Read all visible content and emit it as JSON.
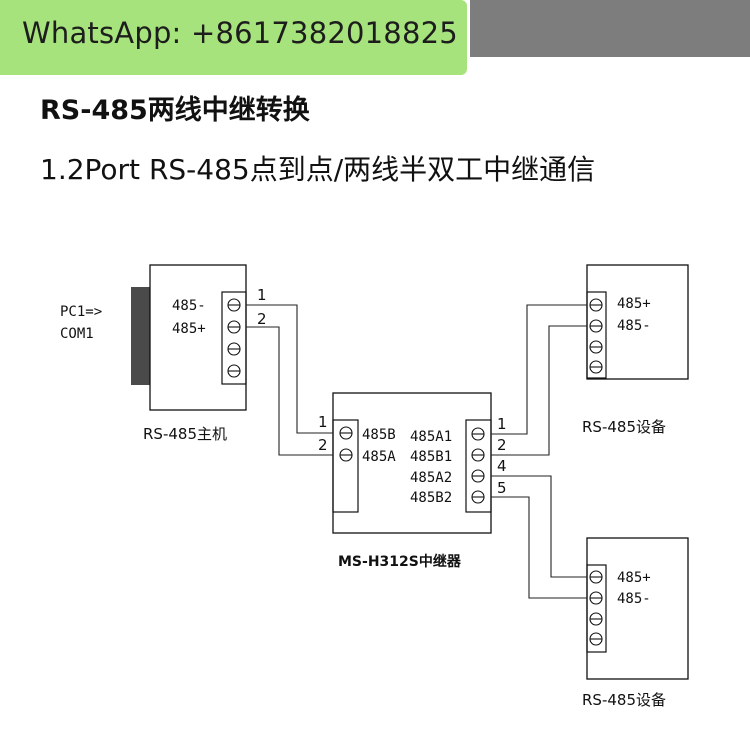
{
  "banner": {
    "text": "WhatsApp: +8617382018825"
  },
  "title": "RS-485两线中继转换",
  "subtitle": "1.2Port RS-485点到点/两线半双工中继通信",
  "host": {
    "pc_label_1": "PC1=>",
    "pc_label_2": "COM1",
    "terminals": [
      "485-",
      "485+"
    ],
    "pins": [
      "1",
      "2"
    ],
    "caption": "RS-485主机"
  },
  "repeater": {
    "left_pins": [
      "1",
      "2"
    ],
    "left_terminals": [
      "485B",
      "485A"
    ],
    "right_terminals": [
      "485A1",
      "485B1",
      "485A2",
      "485B2"
    ],
    "right_pins": [
      "1",
      "2",
      "4",
      "5"
    ],
    "caption": "MS-H312S中继器"
  },
  "device1": {
    "terminals": [
      "485+",
      "485-"
    ],
    "caption": "RS-485设备"
  },
  "device2": {
    "terminals": [
      "485+",
      "485-"
    ],
    "caption": "RS-485设备"
  }
}
